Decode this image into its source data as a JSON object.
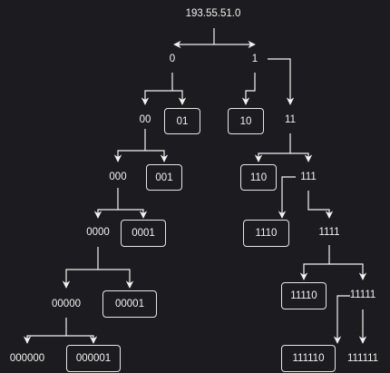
{
  "root": "193.55.51.0",
  "nodes": {
    "n0": "0",
    "n1": "1",
    "n00": "00",
    "n01": "01",
    "n10": "10",
    "n11": "11",
    "n000": "000",
    "n001": "001",
    "n110": "110",
    "n111": "111",
    "n0000": "0000",
    "n0001": "0001",
    "n1110": "1110",
    "n1111": "1111",
    "n00000": "00000",
    "n00001": "00001",
    "n11110": "11110",
    "n11111": "11111",
    "n000000": "000000",
    "n000001": "000001",
    "n111110": "111110",
    "n111111": "111111"
  },
  "colors": {
    "background": "#1c1c20",
    "line": "#f2f2f2",
    "text": "#f2f2f2",
    "box_border": "#e6e6e6"
  }
}
